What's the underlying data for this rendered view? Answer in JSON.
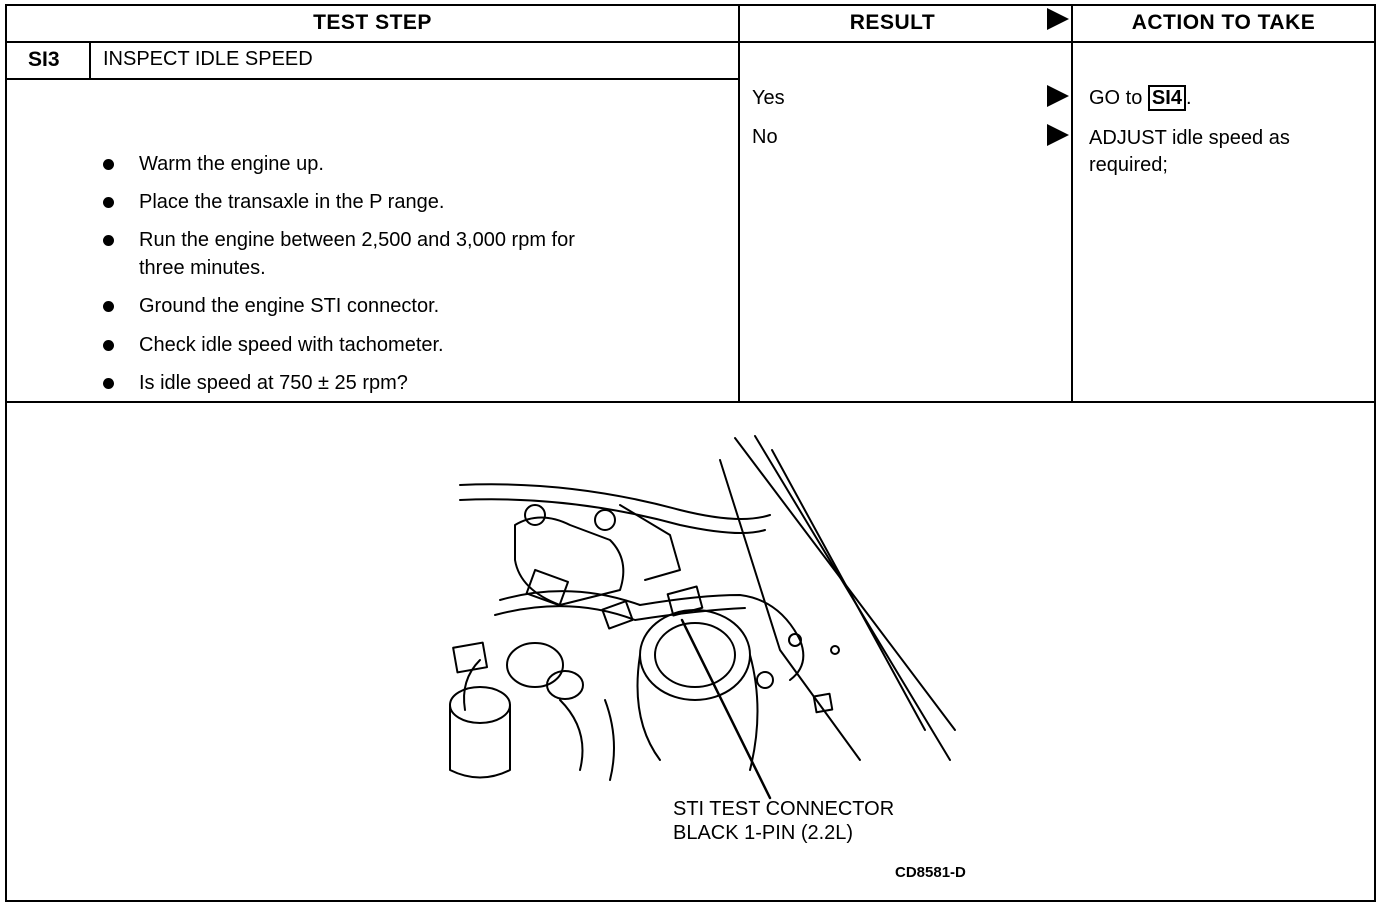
{
  "header": {
    "test_step": "TEST STEP",
    "result": "RESULT",
    "action": "ACTION TO TAKE"
  },
  "step": {
    "id": "SI3",
    "title": "INSPECT IDLE SPEED",
    "bullets": [
      "Warm the engine up.",
      "Place the transaxle in the P range.",
      "Run the engine between 2,500 and 3,000 rpm for",
      "three minutes.",
      "Ground the engine STI connector.",
      "Check idle speed with tachometer.",
      "Is idle speed at 750 ± 25 rpm?"
    ]
  },
  "results": [
    {
      "label": "Yes",
      "action_prefix": "GO to",
      "action_ref": "SI4",
      "action_suffix": "."
    },
    {
      "label": "No",
      "action_line1": "ADJUST idle speed as",
      "action_line2": "required;"
    }
  ],
  "illustration": {
    "callout_line1": "STI TEST CONNECTOR",
    "callout_line2": "BLACK 1-PIN (2.2L)",
    "figure_code": "CD8581-D"
  }
}
